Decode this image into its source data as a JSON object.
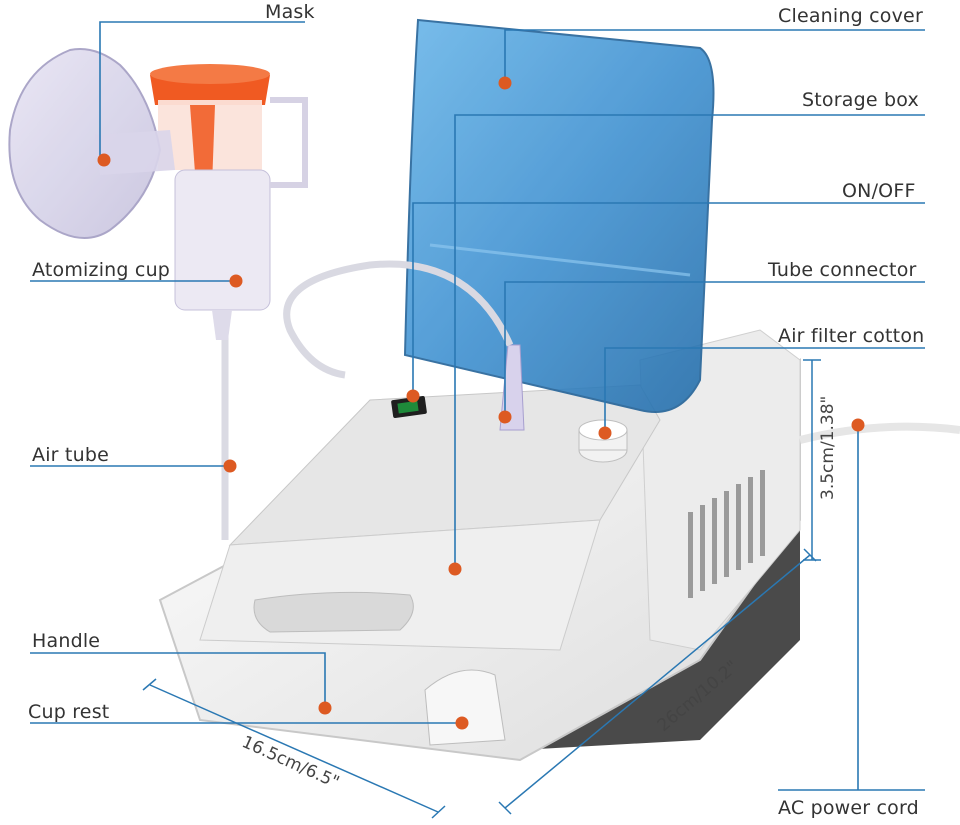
{
  "labels": {
    "mask": "Mask",
    "atomizing_cup": "Atomizing cup",
    "air_tube": "Air tube",
    "handle": "Handle",
    "cup_rest": "Cup rest",
    "cleaning_cover": "Cleaning cover",
    "storage_box": "Storage box",
    "on_off": "ON/OFF",
    "tube_connector": "Tube connector",
    "air_filter_cotton": "Air filter cotton",
    "ac_power_cord": "AC power cord"
  },
  "dimensions": {
    "width": "16.5cm/6.5\"",
    "length": "26cm/10.2\"",
    "height": "3.5cm/1.38\""
  },
  "colors": {
    "callout_line": "#2a78b3",
    "callout_dot": "#dd5a22",
    "cover_blue": "#3c8fd0",
    "body_white": "#f4f4f4",
    "cup_orange": "#f05a22"
  }
}
